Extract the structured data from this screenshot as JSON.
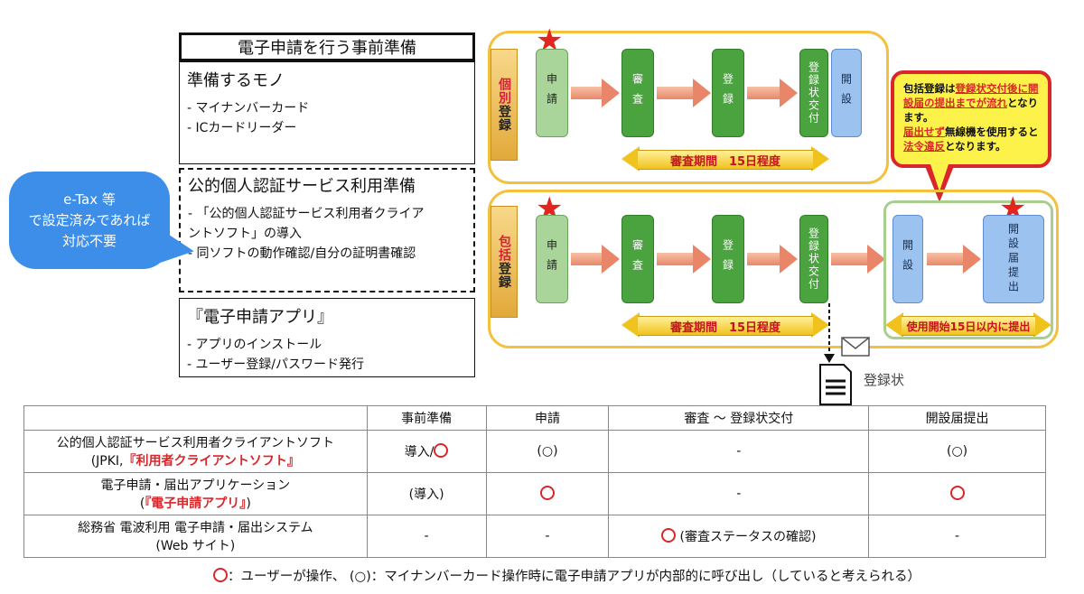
{
  "prep": {
    "title": "電子申請を行う事前準備",
    "box1": {
      "heading": "準備するモノ",
      "items": [
        "- マイナンバーカード",
        "- ICカードリーダー"
      ]
    },
    "box2": {
      "heading": "公的個人認証サービス利用準備",
      "items": [
        "- 「公的個人認証サービス利用者クライア",
        "ントソフト」の導入",
        "- 同ソフトの動作確認/自分の証明書確認"
      ]
    },
    "box3": {
      "heading": "『電子申請アプリ』",
      "items": [
        "- アプリのインストール",
        "- ユーザー登録/パスワード発行"
      ]
    }
  },
  "bubble": {
    "lines": [
      "e-Tax 等",
      "で設定済みであれば",
      "対応不要"
    ],
    "color": "#3d8ee8"
  },
  "flow": {
    "individual": {
      "tag_red": "個別",
      "tag_black": "登録",
      "steps": [
        "申請",
        "審査",
        "登録",
        "登録状交付",
        "開設"
      ],
      "period": "審査期間　15日程度"
    },
    "bulk": {
      "tag_red": "包括",
      "tag_black": "登録",
      "steps": [
        "申請",
        "審査",
        "登録",
        "登録状交付",
        "開設",
        "開設届提出"
      ],
      "period": "審査期間　15日程度",
      "period2": "使用開始15日以内に提出"
    },
    "certificate_label": "登録状",
    "star": "★"
  },
  "callout": {
    "p1a": "包括登録は",
    "p1b": "登録状交付後に",
    "p1c": "開設届の提出までが流れ",
    "p1d": "となります。",
    "p2a": "届出せず",
    "p2b": "無線機を使用する",
    "p2c": "と",
    "p2d": "法令違反",
    "p2e": "となります。"
  },
  "table": {
    "headers": [
      "",
      "事前準備",
      "申請",
      "審査 〜 登録状交付",
      "開設届提出"
    ],
    "rows": [
      {
        "name1": "公的個人認証サービス利用者クライアントソフト",
        "name2a": "(JPKI,",
        "name2b": "『利用者クライアントソフト』",
        "prep": "導入/",
        "prep_circle": true,
        "apply": "(○)",
        "review": "-",
        "notify": "(○)"
      },
      {
        "name1": "電子申請・届出アプリケーション",
        "name2a": "(",
        "name2b": "『電子申請アプリ』",
        "name2c": ")",
        "prep": "(導入)",
        "apply_circle": true,
        "review": "-",
        "notify_circle": true
      },
      {
        "name1": "総務省 電波利用 電子申請・届出システム",
        "name2a": "(Web サイト)",
        "prep": "-",
        "apply": "-",
        "review": "(審査ステータスの確認)",
        "review_circle": true,
        "notify": "-"
      }
    ]
  },
  "legend_note": "：ユーザーが操作、 (○)：マイナンバーカード操作時に電子申請アプリが内部的に呼び出し（していると考えられる）",
  "colors": {
    "red": "#d8262a",
    "frame": "#f3c13d",
    "step_green": "#4aa33e",
    "step_light": "#a9d49a",
    "step_blue": "#9cc3ef"
  }
}
